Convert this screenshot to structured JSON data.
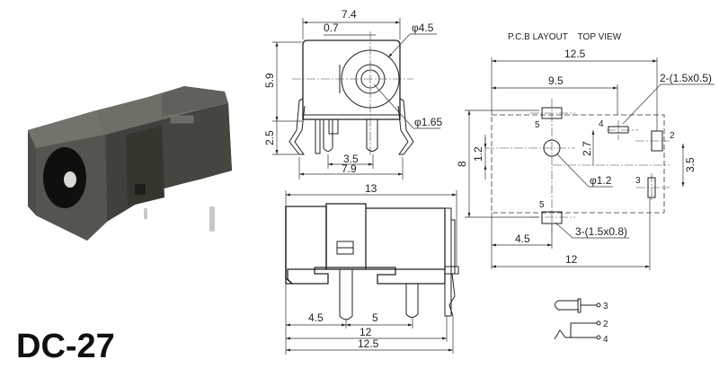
{
  "model": "DC-27",
  "front_view": {
    "width_top": "7.4",
    "offset": "0.7",
    "outer_dia": "φ4.5",
    "pin_dia": "φ1.65",
    "height_body": "5.9",
    "height_legs": "2.5",
    "pin_spacing": "3.5",
    "leg_span": "7.9"
  },
  "side_view": {
    "length_top": "13",
    "pin_offset": "4.5",
    "pin_spacing": "5",
    "length_pins": "12",
    "length_total": "12.5"
  },
  "pcb_layout": {
    "title": "P.C.B LAYOUT    TOP VIEW",
    "overall_length": "12.5",
    "pad_distance": "9.5",
    "pad_spec_small": "2-(1.5x0.5)",
    "pad_spec_large": "3-(1.5x0.8)",
    "hole_dia": "φ1.2",
    "height": "8",
    "hole_offset": "1.2",
    "pad4_offset": "2.7",
    "pad2_3_spacing": "3.5",
    "hole_x": "4.5",
    "width_bottom": "12",
    "pad_labels": [
      "5",
      "4",
      "2",
      "3",
      "5"
    ]
  },
  "schematic": {
    "pins": [
      "3",
      "2",
      "4"
    ]
  }
}
